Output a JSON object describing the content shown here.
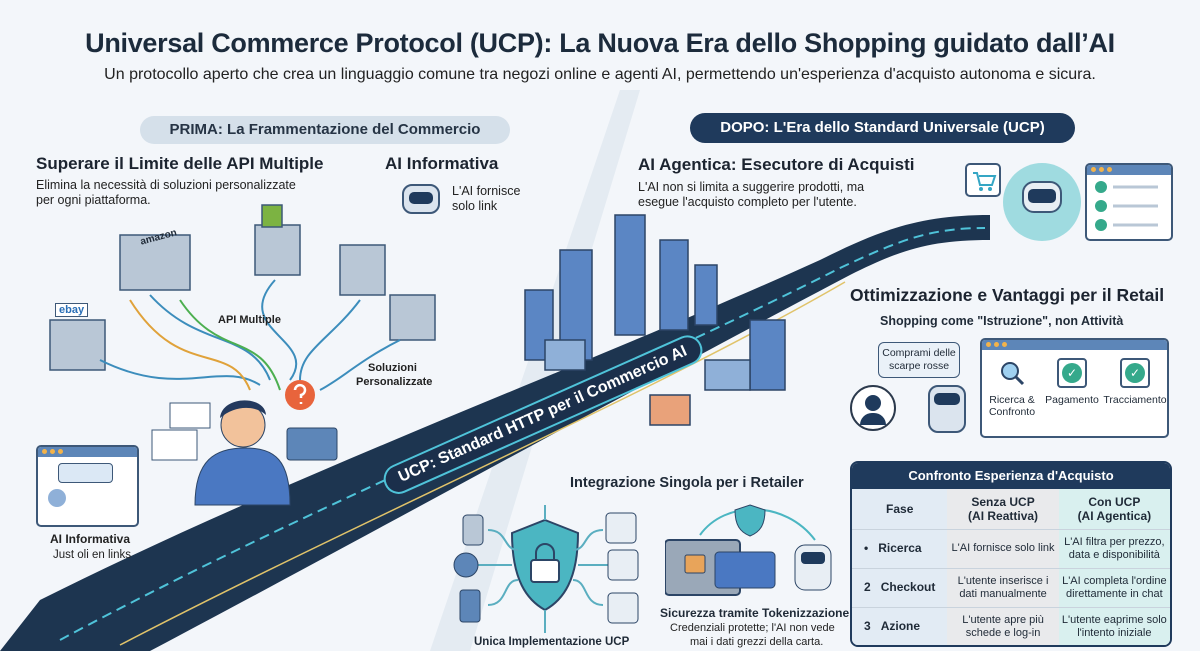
{
  "header": {
    "title": "Universal Commerce Protocol (UCP): La Nuova Era dello Shopping guidato dall’AI",
    "subtitle": "Un protocollo aperto che crea un linguaggio comune tra negozi online e agenti AI, permettendo un'esperienza d'acquisto autonoma e sicura."
  },
  "prima": {
    "banner": "PRIMA: La Frammentazione del Commercio",
    "api": {
      "title": "Superare il Limite delle API Multiple",
      "desc1": "Elimina la necessità di soluzioni personalizzate",
      "desc2": "per ogni piattaforma."
    },
    "info": {
      "title": "AI Informativa",
      "desc1": "L'AI fornisce",
      "desc2": "solo link"
    },
    "stores": [
      "amazon",
      "ebay"
    ],
    "labels": {
      "api_multiple": "API Multiple",
      "soluzioni1": "Soluzioni",
      "soluzioni2": "Personalizzate"
    },
    "window_label": {
      "title": "AI Informativa",
      "desc": "Just oli en links"
    }
  },
  "road": {
    "label": "UCP: Standard HTTP per il Commercio AI"
  },
  "dopo": {
    "banner": "DOPO: L'Era dello Standard Universale (UCP)",
    "agentic": {
      "title": "AI Agentica: Esecutore di Acquisti",
      "desc1": "L'AI non si limita a suggerire prodotti, ma",
      "desc2": "esegue l'acquisto completo per l'utente."
    },
    "retail": {
      "title": "Ottimizzazione e Vantaggi per il Retail",
      "subtitle": "Shopping come \"Istruzione\", non Attività",
      "bubble1": "Comprami delle",
      "bubble2": "scarpe rosse",
      "steps": [
        {
          "l1": "Ricerca &",
          "l2": "Confronto"
        },
        {
          "l1": "Pagamento",
          "l2": ""
        },
        {
          "l1": "Tracciamento",
          "l2": ""
        }
      ]
    },
    "integration": {
      "title": "Integrazione Singola per i Retailer",
      "hub_label": "Unica Implementazione UCP",
      "security_title": "Sicurezza tramite Tokenizzazione",
      "security_desc1": "Credenziali protette; l'AI non vede",
      "security_desc2": "mai i dati grezzi della carta."
    }
  },
  "comparison": {
    "title": "Confronto Esperienza d'Acquisto",
    "columns": [
      "Fase",
      "Senza UCP",
      "(AI Reattiva)",
      "Con UCP",
      "(AI Agentica)"
    ],
    "rows": [
      {
        "num": "•",
        "fase": "Ricerca",
        "senza": "L'AI fornisce solo link",
        "con": "L'AI filtra per prezzo, data e disponibilità"
      },
      {
        "num": "2",
        "fase": "Checkout",
        "senza": "L'utente inserisce i dati manualmente",
        "con": "L'AI completa l'ordine direttamente in chat"
      },
      {
        "num": "3",
        "fase": "Azione",
        "senza": "L'utente apre più schede e log-in",
        "con": "L'utente eaprime solo l'intento iniziale"
      }
    ]
  },
  "colors": {
    "navy": "#1f3a5c",
    "teal": "#35a98b",
    "road": "#1d3550"
  }
}
